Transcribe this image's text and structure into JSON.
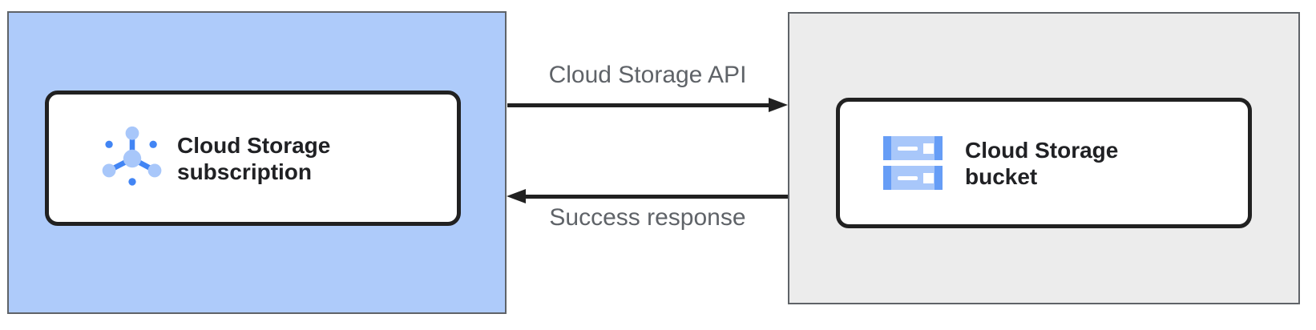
{
  "diagram": {
    "left_zone": {
      "name": "subscription zone"
    },
    "right_zone": {
      "name": "bucket zone"
    },
    "left_card": {
      "title": "Cloud Storage subscription",
      "icon": "pubsub-subscription-icon"
    },
    "right_card": {
      "title": "Cloud Storage bucket",
      "icon": "cloud-storage-bucket-icon"
    },
    "request_arrow": {
      "label": "Cloud Storage API",
      "direction": "right"
    },
    "response_arrow": {
      "label": "Success response",
      "direction": "left"
    },
    "colors": {
      "left_zone_bg": "#AECBFA",
      "right_zone_bg": "#ECECEC",
      "zone_border": "#5F6368",
      "card_border": "#212121",
      "arrow_color": "#212121",
      "title_text": "#202124",
      "label_text": "#5F6368",
      "icon_light_blue": "#A8C7FA",
      "icon_mid_blue": "#669DF6",
      "icon_blue": "#4285F4"
    }
  }
}
